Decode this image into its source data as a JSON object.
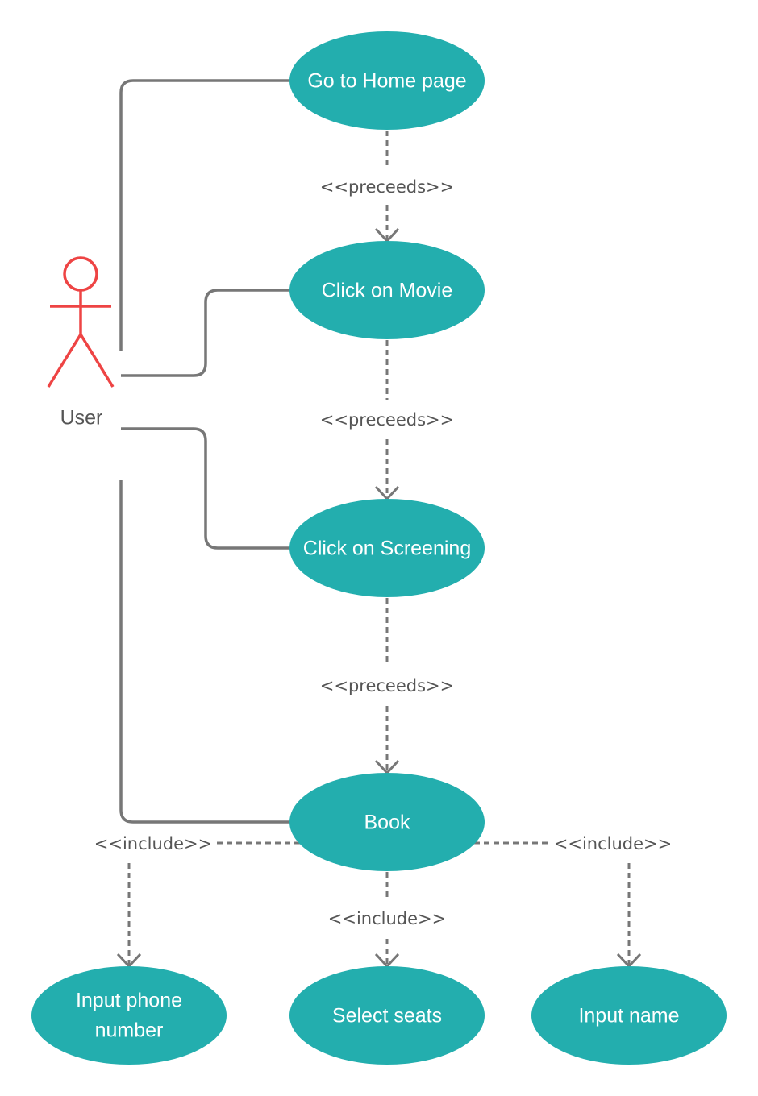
{
  "colors": {
    "usecase_fill": "#23aeae",
    "usecase_text": "#ffffff",
    "line": "#777777",
    "actor": "#ee4444",
    "label_text": "#555555"
  },
  "actor": {
    "label": "User"
  },
  "usecases": {
    "home": "Go to Home page",
    "movie": "Click on Movie",
    "screening": "Click on Screening",
    "book": "Book",
    "phone_line1": "Input phone",
    "phone_line2": "number",
    "seats": "Select seats",
    "name": "Input name"
  },
  "relations": {
    "preceeds_1": "<<preceeds>>",
    "preceeds_2": "<<preceeds>>",
    "preceeds_3": "<<preceeds>>",
    "include_left": "<<include>>",
    "include_middle": "<<include>>",
    "include_right": "<<include>>"
  }
}
